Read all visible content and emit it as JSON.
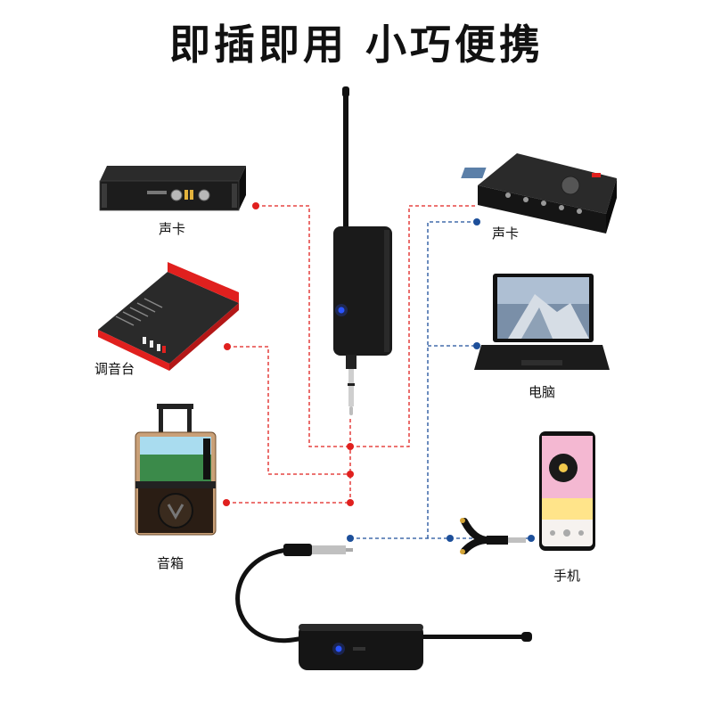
{
  "title": "即插即用  小巧便携",
  "devices": {
    "amplifier": {
      "label": "声卡",
      "icon": "power-amplifier-icon"
    },
    "mixer": {
      "label": "调音台",
      "icon": "mixer-icon"
    },
    "speaker": {
      "label": "音箱",
      "icon": "speaker-icon"
    },
    "audio_interface": {
      "label": "声卡",
      "icon": "audio-interface-icon"
    },
    "laptop": {
      "label": "电脑",
      "icon": "laptop-icon"
    },
    "phone": {
      "label": "手机",
      "icon": "phone-icon"
    }
  },
  "colors": {
    "red_line": "#e0201e",
    "blue_line": "#1d4f9a",
    "led": "#2a55ff",
    "body": "#1a1a1a",
    "mixer_accent": "#e0201e"
  }
}
